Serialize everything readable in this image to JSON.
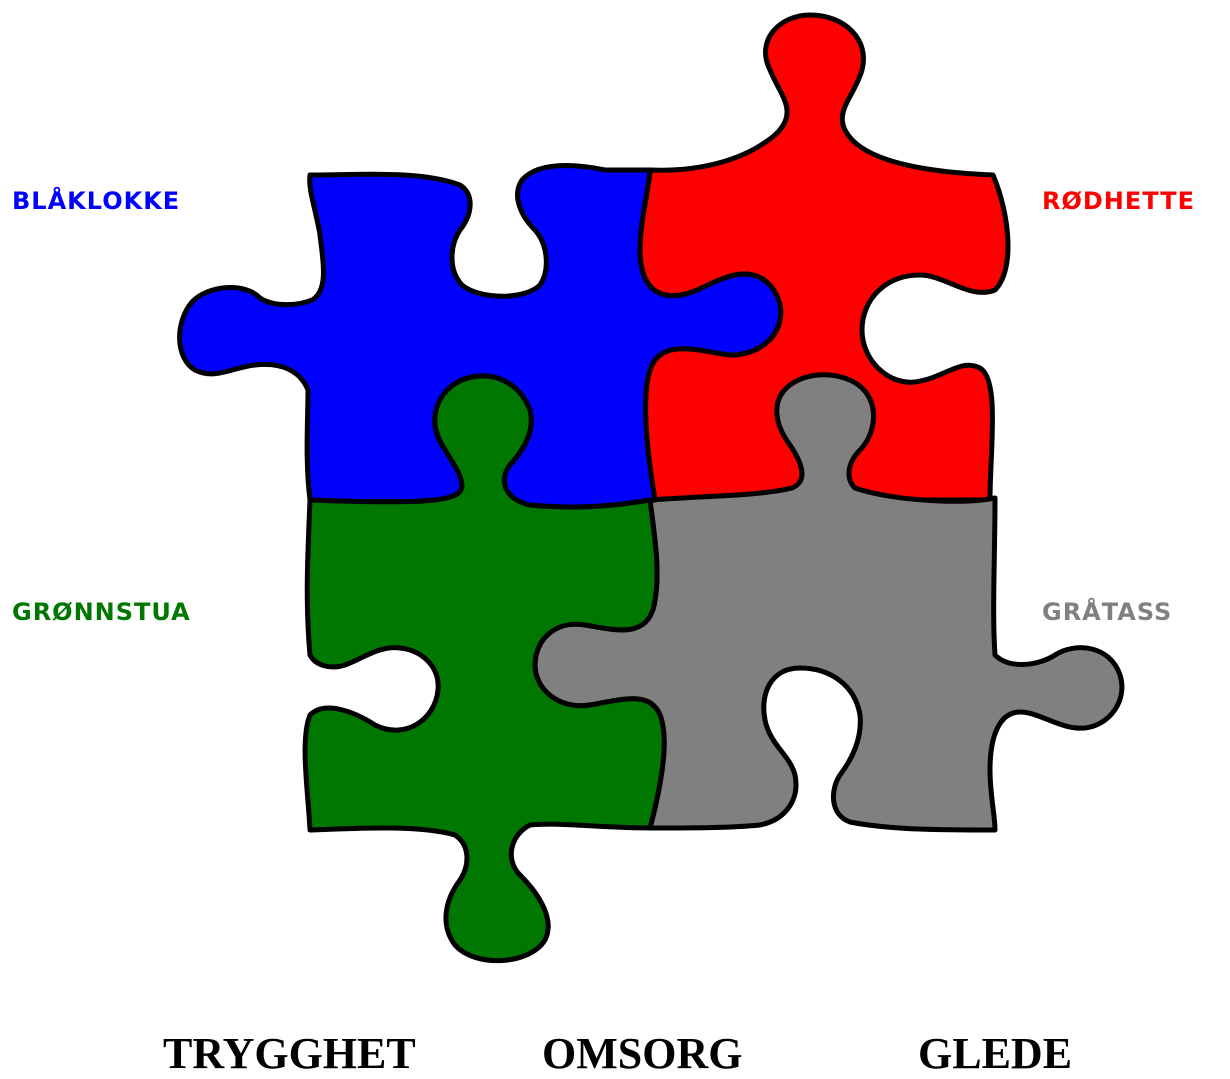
{
  "groups": {
    "blue": {
      "label": "BLÅKLOKKE",
      "color": "#0000ff"
    },
    "red": {
      "label": "RØDHETTE",
      "color": "#ff0000"
    },
    "green": {
      "label": "GRØNNSTUA",
      "color": "#007700"
    },
    "gray": {
      "label": "GRÅTASS",
      "color": "#808080"
    }
  },
  "values": [
    "TRYGGHET",
    "OMSORG",
    "GLEDE"
  ]
}
